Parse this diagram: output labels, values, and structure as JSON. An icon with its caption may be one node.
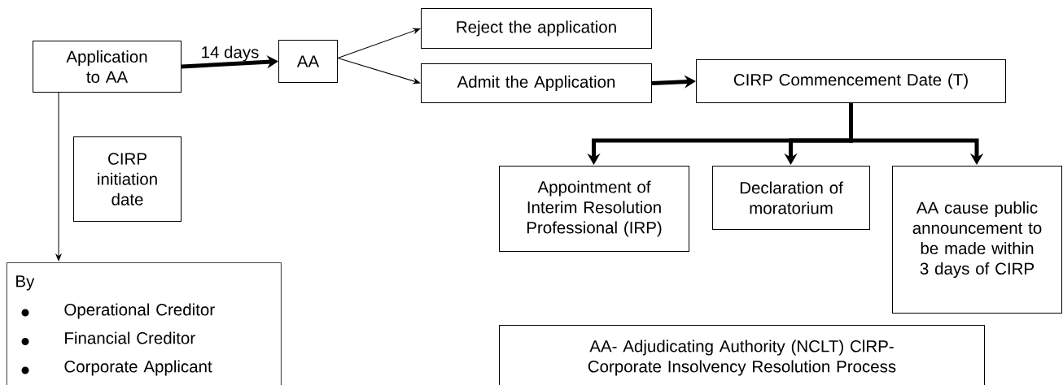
{
  "diagram": {
    "nodes": [
      {
        "text": [
          "Application to AA"
        ]
      },
      {
        "text": [
          "AA"
        ]
      },
      {
        "text": [
          "Reject the application"
        ]
      },
      {
        "text": [
          "Admit the Application"
        ]
      },
      {
        "text": [
          "CIRP Commencement Date (T)"
        ]
      },
      {
        "text": [
          "CIRP initiation date"
        ]
      },
      {
        "text": [
          "Appointment of Interim Resolution Professional (IRP)"
        ]
      },
      {
        "text": [
          "Declaration of moratorium"
        ]
      },
      {
        "text": [
          "AA cause public announcement to be made within 3 days of CIRP"
        ]
      },
      {
        "text": [
          "By",
          "Operational Creditor",
          "Financial Creditor",
          "Corporate Applicant"
        ]
      },
      {
        "text": [
          "AA- Adjudicating Authority (NCLT) ClRP- Corporate Insolvency Resolution Process"
        ]
      }
    ],
    "edges": [
      {
        "from": 0,
        "to": 1,
        "arrow": "to",
        "label": "14 days"
      },
      {
        "from": 1,
        "to": 2,
        "arrow": "to"
      },
      {
        "from": 1,
        "to": 3,
        "arrow": "to"
      },
      {
        "from": 3,
        "to": 4,
        "arrow": "to"
      },
      {
        "from": 4,
        "to": 6,
        "arrow": "to"
      },
      {
        "from": 4,
        "to": 7,
        "arrow": "to"
      },
      {
        "from": 4,
        "to": 8,
        "arrow": "to"
      },
      {
        "from": 0,
        "to": 9,
        "arrow": "to"
      }
    ]
  }
}
